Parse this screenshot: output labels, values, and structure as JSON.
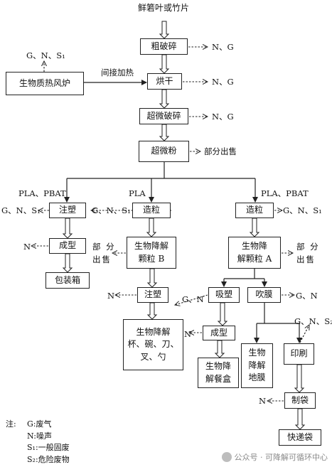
{
  "input_label": "鲜箬叶或竹片",
  "nodes": {
    "coarse": "粗破碎",
    "boiler": "生物质热风炉",
    "dry": "烘干",
    "ultra_crush": "超微破碎",
    "powder": "超微粉",
    "inj1": "注塑",
    "granL": "造粒",
    "granR": "造粒",
    "mold": "成型",
    "pack_box": "包装箱",
    "grainB": "生物降解\n颗粒 B",
    "grainA": "生物降\n解颗粒 A",
    "inj2": "注塑",
    "thermo": "吸塑",
    "blow": "吹膜",
    "cutlery": "生物降解\n杯、碗、刀、\n叉、勺",
    "mold2": "成型",
    "tray": "生物降\n解餐盒",
    "mulch": "生物\n降解\n地膜",
    "print": "印刷",
    "bagmake": "制袋",
    "express": "快递袋"
  },
  "labels": {
    "ng1": "N、G",
    "gns_boiler": "G、N、S₁",
    "indirect_heat": "间接加热",
    "ng2": "N、G",
    "ng3": "N、G",
    "sell1": "部分出售",
    "pla_pbat_l": "PLA、PBAT",
    "pla_m": "PLA",
    "pla_pbat_r": "PLA、PBAT",
    "gns_inj1": "G、N、S₁",
    "gns_granL": "G、N、S₁",
    "gns_granR": "G、N、S₁",
    "n_mold": "N",
    "sell_b": "部 分\n出售",
    "sell_a": "部 分\n出售",
    "n_inj2": "N",
    "gn_thermo": "G、N",
    "gn_blow": "G、N",
    "n_mold2": "N",
    "gns2_print": "G、N、S₂",
    "n_bag": "N"
  },
  "legend": {
    "prefix": "注:",
    "items": [
      {
        "key": "G:",
        "value": "废气"
      },
      {
        "key": "N:",
        "value": "噪声"
      },
      {
        "key": "S₁:",
        "value": "一般固废"
      },
      {
        "key": "S₂:",
        "value": "危险废物"
      }
    ]
  },
  "watermark": "公众号 · 可降解可循环中心"
}
